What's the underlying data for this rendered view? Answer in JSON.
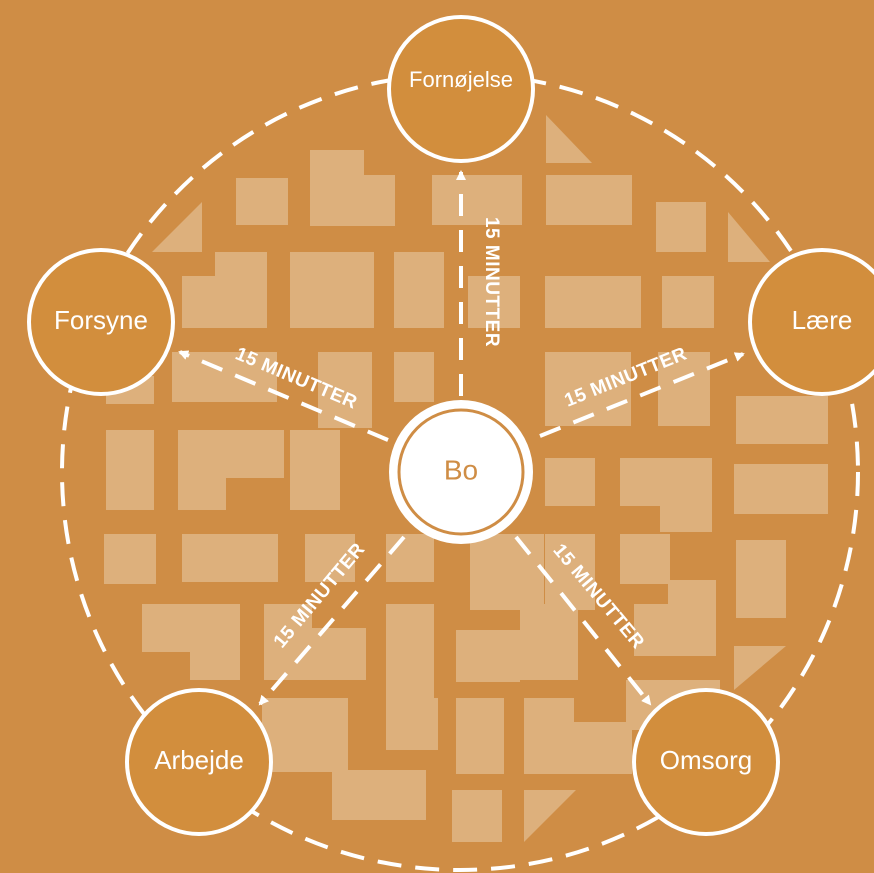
{
  "colors": {
    "background": "#cf8d45",
    "block": "#ddb07c",
    "node_fill": "#d28e3d",
    "line": "#ffffff",
    "center_fill": "#ffffff",
    "center_text": "#cf8d45"
  },
  "center": {
    "label": "Bo"
  },
  "nodes": {
    "top": {
      "label": "Fornøjelse"
    },
    "left": {
      "label": "Forsyne"
    },
    "right": {
      "label": "Lære"
    },
    "bottom_left": {
      "label": "Arbejde"
    },
    "bottom_right": {
      "label": "Omsorg"
    }
  },
  "edges": {
    "top": {
      "label": "15 MINUTTER"
    },
    "left": {
      "label": "15 MINUTTER"
    },
    "right": {
      "label": "15 MINUTTER"
    },
    "bottom_left": {
      "label": "15 MINUTTER"
    },
    "bottom_right": {
      "label": "15 MINUTTER"
    }
  }
}
